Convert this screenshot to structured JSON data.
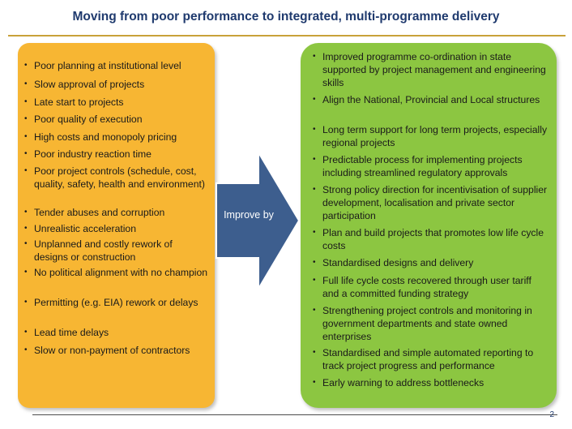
{
  "slide": {
    "title": "Moving from poor performance to integrated, multi-programme delivery",
    "page_number": "2"
  },
  "colors": {
    "title": "#1f3a6e",
    "accent_rule": "#c8a13a",
    "left_panel": "#f7b633",
    "right_panel": "#8cc641",
    "arrow": "#3d5e8e"
  },
  "left_panel": {
    "items": [
      "Poor planning at institutional level",
      "Slow approval of projects",
      "Late start to projects",
      "Poor quality of execution",
      "High costs and monopoly pricing",
      "Poor industry reaction time",
      "Poor project controls (schedule, cost, quality, safety, health and environment)",
      "Tender abuses and corruption",
      "Unrealistic acceleration",
      "Unplanned and costly rework of designs or construction",
      "No political alignment with no champion",
      "Permitting (e.g. EIA) rework or delays",
      "Lead time delays",
      "Slow or non-payment of contractors"
    ]
  },
  "arrow": {
    "label": "Improve by"
  },
  "right_panel": {
    "items": [
      "Improved programme co-ordination in state supported by project management and engineering skills",
      "Align the National, Provincial and Local structures",
      "Long term support for long term projects, especially regional projects",
      "Predictable process for implementing projects including streamlined regulatory approvals",
      "Strong policy direction for incentivisation of supplier development, localisation and private sector participation",
      "Plan and build projects that promotes low life cycle costs",
      "Standardised designs and delivery",
      "Full life cycle costs recovered through user tariff and a committed funding strategy",
      "Strengthening project controls and monitoring in government departments and state owned enterprises",
      "Standardised and simple automated reporting to track project progress and performance",
      "Early warning to address bottlenecks"
    ]
  }
}
